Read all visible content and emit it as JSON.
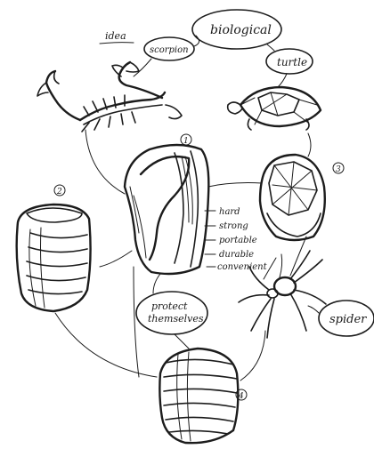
{
  "title": "idea",
  "bubbles": {
    "biological": "biological",
    "scorpion": "scorpion",
    "turtle": "turtle",
    "protect": [
      "protect",
      "themselves"
    ],
    "spider": "spider"
  },
  "numbers": {
    "n1": "1",
    "n2": "2",
    "n3": "3",
    "n4": "4"
  },
  "traits": [
    "hard",
    "strong",
    "portable",
    "durable",
    "convenient"
  ]
}
